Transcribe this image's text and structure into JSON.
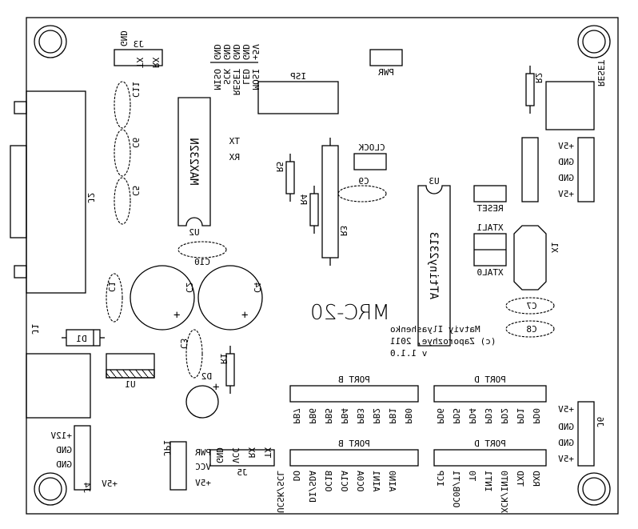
{
  "board": {
    "title": "MRC-20",
    "author": "Matviy Ilyashenko",
    "copyright": "(c) Zaporozhye, 2011",
    "version": "v 1.1.0",
    "mirrored": true,
    "colors": {
      "line": "#000000",
      "background": "#ffffff"
    }
  },
  "components": {
    "j3": {
      "ref": "J3",
      "pins": [
        "GND",
        "TX",
        "RX"
      ]
    },
    "isp": {
      "ref": "ISP",
      "top_pins": [
        "GND",
        "GND",
        "GND",
        "GND",
        "+5V"
      ],
      "bottom_pins": [
        "MISO",
        "SCK",
        "RESET",
        "LED",
        "MOSI"
      ]
    },
    "pwr_led": {
      "ref": "PWR"
    },
    "r2": {
      "ref": "R2"
    },
    "reset_button": {
      "ref": "RESET"
    },
    "c11": {
      "ref": "C11"
    },
    "c6": {
      "ref": "C6"
    },
    "c5": {
      "ref": "C5"
    },
    "u2": {
      "ref": "U2",
      "chip": "MAX232N"
    },
    "u2_txrx": [
      "TX",
      "RX"
    ],
    "r5": {
      "ref": "R5"
    },
    "r4": {
      "ref": "R4"
    },
    "r3": {
      "ref": "R3"
    },
    "clock_led": {
      "ref": "CLOCK"
    },
    "c9": {
      "ref": "C9"
    },
    "u3": {
      "ref": "U3",
      "chip": "ATtiny2313"
    },
    "reset_led": {
      "ref": "RESET"
    },
    "xtal_jumper": {
      "top": "XTAL1",
      "bottom": "XTAL0"
    },
    "x1": {
      "ref": "X1"
    },
    "c7": {
      "ref": "C7"
    },
    "c8": {
      "ref": "C8"
    },
    "pwr_header": {
      "pins": [
        "+5V",
        "GND",
        "GND",
        "+5V"
      ]
    },
    "j2": {
      "ref": "J2"
    },
    "c10": {
      "ref": "C10"
    },
    "c1": {
      "ref": "C1"
    },
    "c2": {
      "ref": "C2"
    },
    "c4": {
      "ref": "C4"
    },
    "d1": {
      "ref": "D1"
    },
    "j1": {
      "ref": "J1"
    },
    "u1": {
      "ref": "U1"
    },
    "c3": {
      "ref": "C3"
    },
    "d2": {
      "ref": "D2"
    },
    "r1": {
      "ref": "R1"
    },
    "j4": {
      "ref": "J4",
      "pins": [
        "+12V",
        "GND",
        "GND",
        "+5V"
      ]
    },
    "jp1": {
      "ref": "JP1",
      "pins": [
        "PWR",
        "VCC",
        "+5V"
      ]
    },
    "j5": {
      "ref": "J5",
      "pins": [
        "GND",
        "VCC",
        "RX",
        "TX"
      ]
    },
    "j6": {
      "ref": "J6",
      "pins": [
        "+5V",
        "GND",
        "GND",
        "+5V"
      ]
    },
    "port_b_top": {
      "label": "PORT B",
      "pins": [
        "PB7",
        "PB6",
        "PB5",
        "PB4",
        "PB3",
        "PB2",
        "PB1",
        "PB0"
      ]
    },
    "port_b_bottom": {
      "label": "PORT B",
      "pins": [
        "UCSK/SCL",
        "DO",
        "DI/SDA",
        "OC1B",
        "OC1A",
        "OC0A",
        "AIN1",
        "AIN0"
      ]
    },
    "port_d_top": {
      "label": "PORT D",
      "pins": [
        "PD6",
        "PD5",
        "PD4",
        "PD3",
        "PD2",
        "PD1",
        "PD0"
      ]
    },
    "port_d_bottom": {
      "label": "PORT D",
      "pins": [
        "ICP",
        "OC0B/T1",
        "T0",
        "INT1",
        "XCK/INT0",
        "TXD",
        "RXD"
      ]
    }
  }
}
